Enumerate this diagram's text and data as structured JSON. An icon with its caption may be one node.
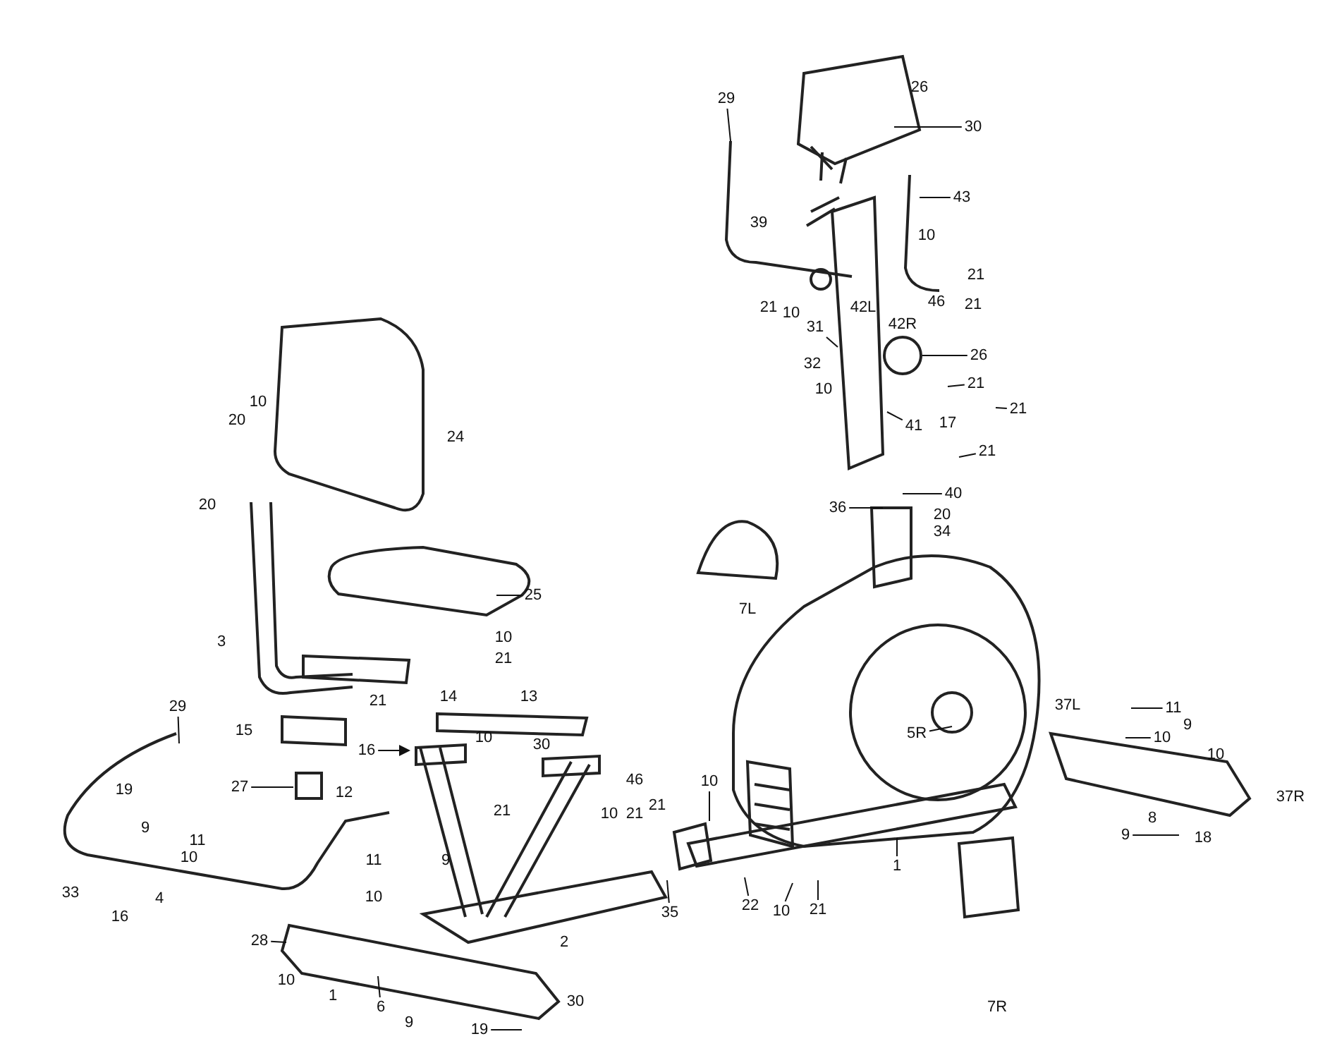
{
  "diagram": {
    "nodes": [
      {
        "text": [
          "29"
        ]
      },
      {
        "text": [
          "30"
        ]
      },
      {
        "text": [
          "43"
        ]
      },
      {
        "text": [
          "26"
        ]
      },
      {
        "text": [
          "21"
        ]
      },
      {
        "text": [
          "21"
        ]
      },
      {
        "text": [
          "21"
        ]
      },
      {
        "text": [
          "40"
        ]
      },
      {
        "text": [
          "25"
        ]
      },
      {
        "text": [
          "29"
        ]
      },
      {
        "text": [
          "16"
        ]
      },
      {
        "text": [
          "27"
        ]
      },
      {
        "text": [
          "28"
        ]
      },
      {
        "text": [
          "6"
        ]
      },
      {
        "text": [
          "19"
        ]
      },
      {
        "text": [
          "35"
        ]
      },
      {
        "text": [
          "36"
        ]
      },
      {
        "text": [
          "5R"
        ]
      },
      {
        "text": [
          "1"
        ]
      },
      {
        "text": [
          "10"
        ]
      },
      {
        "text": [
          "11"
        ]
      },
      {
        "text": [
          "10"
        ]
      },
      {
        "text": [
          "9"
        ]
      },
      {
        "text": [
          "22"
        ]
      },
      {
        "text": [
          "10"
        ]
      },
      {
        "text": [
          "21"
        ]
      },
      {
        "text": [
          "31"
        ]
      },
      {
        "text": [
          "41"
        ]
      }
    ],
    "edges": [
      {
        "from": 0,
        "to": null,
        "arrow": "none"
      },
      {
        "from": 1,
        "to": null,
        "arrow": "none"
      },
      {
        "from": 2,
        "to": null,
        "arrow": "none"
      },
      {
        "from": 3,
        "to": null,
        "arrow": "none"
      },
      {
        "from": 4,
        "to": null,
        "arrow": "none"
      },
      {
        "from": 5,
        "to": null,
        "arrow": "none"
      },
      {
        "from": 6,
        "to": null,
        "arrow": "none"
      },
      {
        "from": 7,
        "to": null,
        "arrow": "none"
      },
      {
        "from": 8,
        "to": null,
        "arrow": "none"
      },
      {
        "from": 9,
        "to": null,
        "arrow": "none"
      },
      {
        "from": 10,
        "to": null,
        "arrow": "to"
      },
      {
        "from": 11,
        "to": null,
        "arrow": "none"
      },
      {
        "from": 12,
        "to": null,
        "arrow": "none"
      },
      {
        "from": 13,
        "to": null,
        "arrow": "none"
      },
      {
        "from": 14,
        "to": null,
        "arrow": "none"
      },
      {
        "from": 15,
        "to": null,
        "arrow": "none"
      },
      {
        "from": 16,
        "to": null,
        "arrow": "none"
      },
      {
        "from": 17,
        "to": null,
        "arrow": "none"
      },
      {
        "from": 18,
        "to": null,
        "arrow": "none"
      },
      {
        "from": 19,
        "to": null,
        "arrow": "none"
      },
      {
        "from": 20,
        "to": null,
        "arrow": "none"
      },
      {
        "from": 21,
        "to": null,
        "arrow": "none"
      },
      {
        "from": 22,
        "to": null,
        "arrow": "none"
      },
      {
        "from": 23,
        "to": null,
        "arrow": "none"
      },
      {
        "from": 24,
        "to": null,
        "arrow": "none"
      },
      {
        "from": 25,
        "to": null,
        "arrow": "none"
      },
      {
        "from": 26,
        "to": null,
        "arrow": "none"
      },
      {
        "from": 27,
        "to": null,
        "arrow": "none"
      }
    ],
    "labels": [
      "26",
      "39",
      "10",
      "21",
      "21",
      "10",
      "42L",
      "46",
      "21",
      "42R",
      "32",
      "10",
      "17",
      "10",
      "20",
      "24",
      "20",
      "20",
      "34",
      "7L",
      "3",
      "10",
      "21",
      "21",
      "14",
      "13",
      "37L",
      "9",
      "15",
      "10",
      "30",
      "10",
      "46",
      "19",
      "12",
      "37R",
      "21",
      "10",
      "21",
      "21",
      "8",
      "9",
      "11",
      "18",
      "10",
      "11",
      "9",
      "33",
      "4",
      "10",
      "16",
      "2",
      "10",
      "1",
      "30",
      "7R",
      "9"
    ]
  }
}
